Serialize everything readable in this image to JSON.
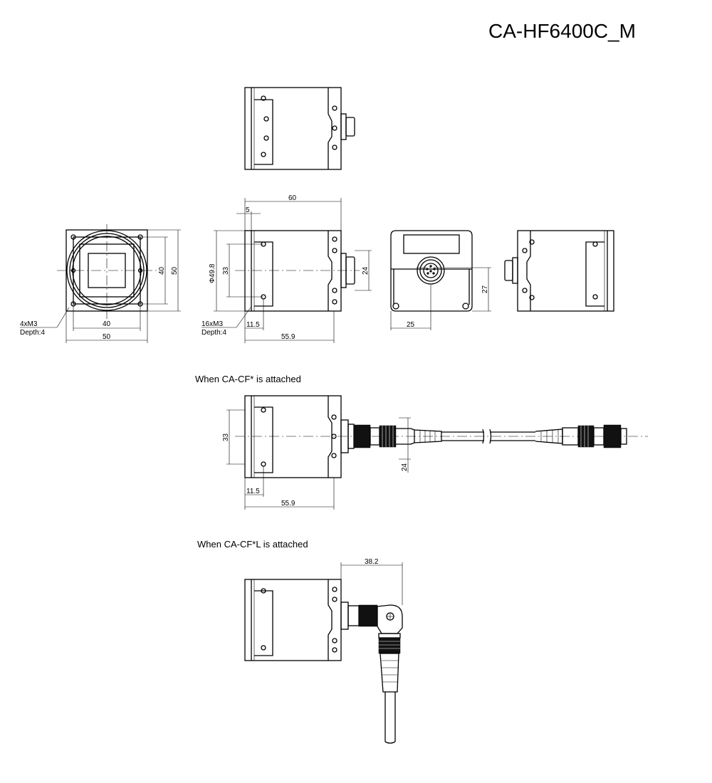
{
  "title": "CA-HF6400C_M",
  "captions": {
    "cf": "When CA-CF* is attached",
    "cfl": "When CA-CF*L is attached"
  },
  "dimensions": {
    "front_width_inner": "40",
    "front_width_outer": "50",
    "front_height_inner": "40",
    "front_height_outer": "50",
    "front_holes": "4xM3",
    "front_holes_depth": "Depth:4",
    "side_length": "60",
    "side_flange": "5",
    "side_diameter": "Φ49.8",
    "side_33": "33",
    "side_24": "24",
    "side_holes": "16xM3",
    "side_holes_depth": "Depth:4",
    "side_11_5": "11.5",
    "side_55_9": "55.9",
    "rear_27": "27",
    "rear_25": "25",
    "cf_33": "33",
    "cf_24": "24",
    "cf_11_5": "11.5",
    "cf_55_9": "55.9",
    "cfl_38_2": "38.2"
  }
}
